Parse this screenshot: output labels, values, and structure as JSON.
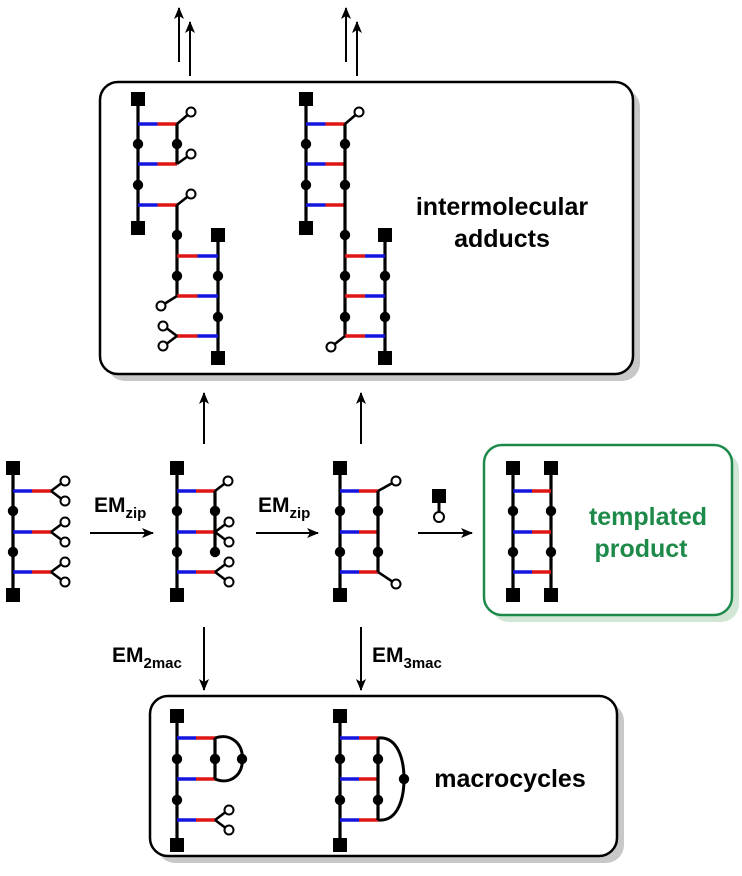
{
  "labels": {
    "intermolecular_line1": "intermolecular",
    "intermolecular_line2": "adducts",
    "templated_line1": "templated",
    "templated_line2": "product",
    "macrocycles": "macrocycles",
    "em_zip_1_main": "EM",
    "em_zip_1_sub": "zip",
    "em_zip_2_main": "EM",
    "em_zip_2_sub": "zip",
    "em_2mac_main": "EM",
    "em_2mac_sub": "2mac",
    "em_3mac_main": "EM",
    "em_3mac_sub": "3mac"
  },
  "colors": {
    "ink": "#000000",
    "donor": "#1515e0",
    "acceptor": "#e01515",
    "product_green": "#1e8a4a",
    "box_shadow": "#c8c8c8",
    "green_shadow": "#d2e6d6"
  }
}
